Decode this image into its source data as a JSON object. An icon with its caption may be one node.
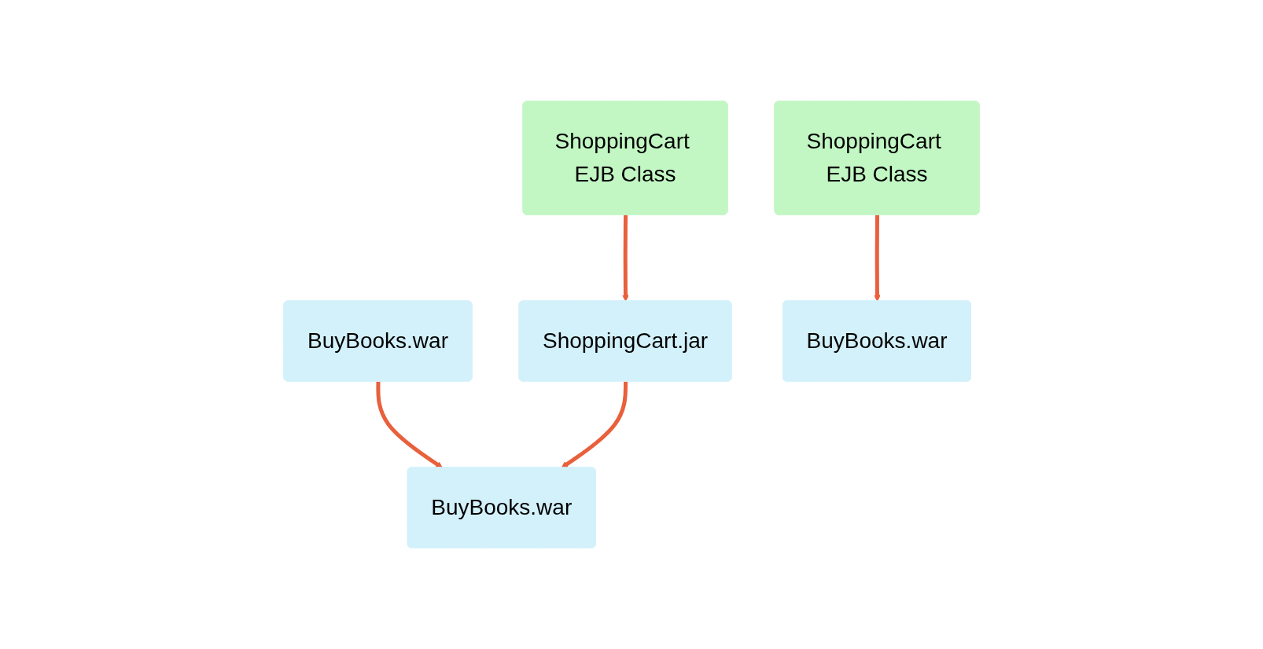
{
  "diagram": {
    "nodes": [
      {
        "text": [
          "BuyBooks.war"
        ]
      },
      {
        "text": [
          "ShoppingCart EJB Class"
        ]
      },
      {
        "text": [
          "ShoppingCart.jar"
        ]
      },
      {
        "text": [
          "BuyBooks.war"
        ]
      },
      {
        "text": [
          "ShoppingCart EJB Class"
        ]
      },
      {
        "text": [
          "BuyBooks.war"
        ]
      }
    ],
    "edges": [
      {
        "from": 0,
        "to": 3,
        "arrow": "to"
      },
      {
        "from": 1,
        "to": 2,
        "arrow": "to"
      },
      {
        "from": 2,
        "to": 3,
        "arrow": "to"
      },
      {
        "from": 4,
        "to": 5,
        "arrow": "to"
      }
    ]
  }
}
